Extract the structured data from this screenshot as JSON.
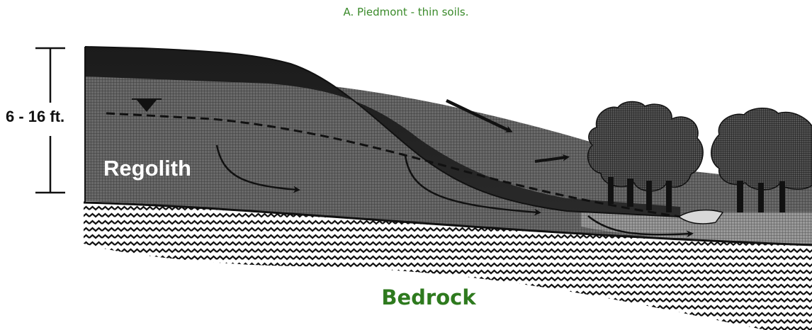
{
  "caption": "A. Piedmont - thin soils.",
  "labels": {
    "thickness": "6 - 16 ft.",
    "regolith": "Regolith",
    "bedrock": "Bedrock"
  },
  "colors": {
    "caption": "#3a8a2a",
    "bedrock_label": "#2e7a1e",
    "soil_dark": "#1e1e1e",
    "regolith": "#5a5a5a"
  }
}
